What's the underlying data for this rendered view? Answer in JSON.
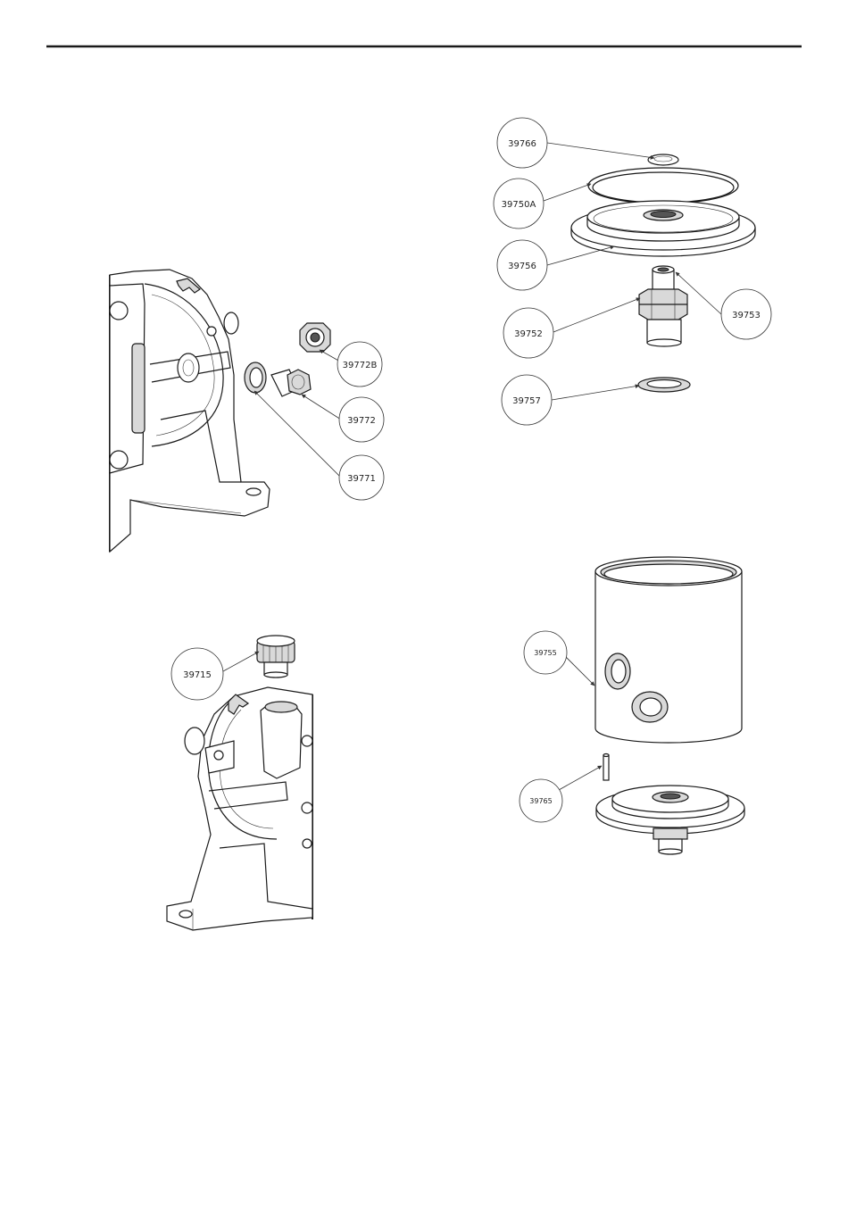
{
  "callouts": {
    "c39766": "39766",
    "c39750A": "39750A",
    "c39756": "39756",
    "c39752": "39752",
    "c39753": "39753",
    "c39757": "39757",
    "c39772B": "39772B",
    "c39772": "39772",
    "c39771": "39771",
    "c39715": "39715",
    "c39755": "39755",
    "c39765": "39765"
  },
  "colors": {
    "line": "#1a1a1a",
    "background": "#ffffff",
    "shade": "#d9d9d9"
  }
}
